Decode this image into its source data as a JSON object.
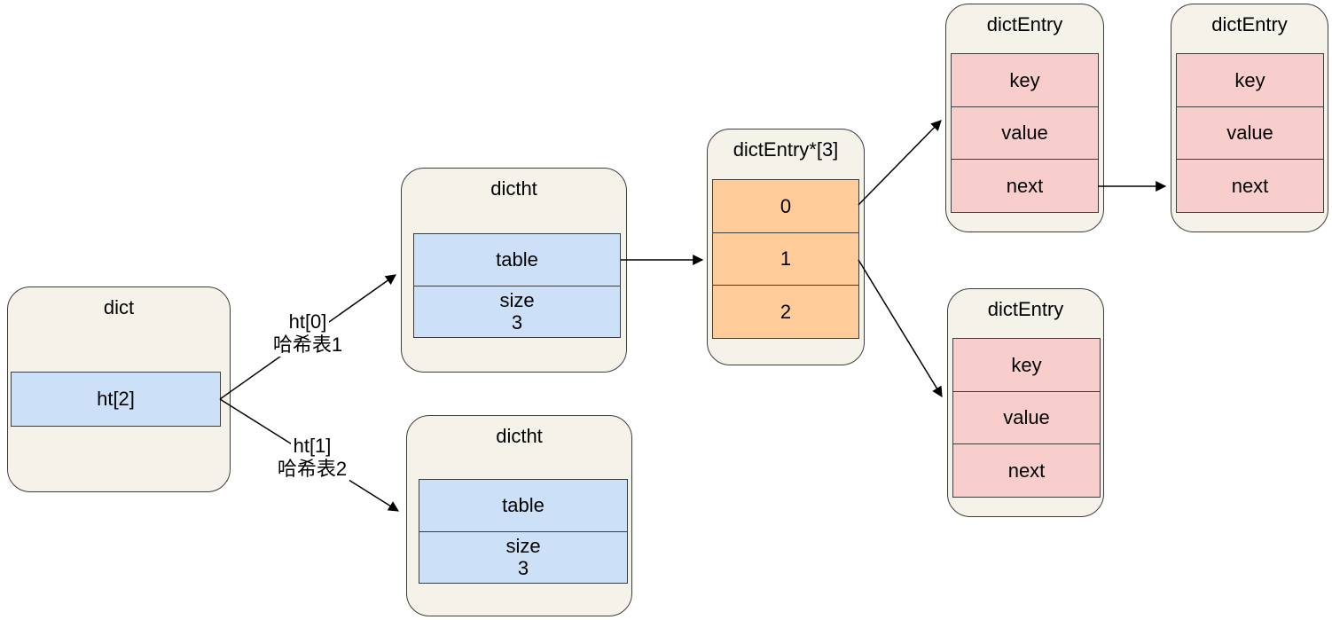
{
  "colors": {
    "canvas_bg": "#ffffff",
    "container_fill": "#F5F2EA",
    "container_border": "#3d3d3d",
    "blue_fill": "#CCE0F8",
    "orange_fill": "#FFCC99",
    "pink_fill": "#F8CECC",
    "arrow": "#000000",
    "text": "#000000"
  },
  "nodes": {
    "dict": {
      "title": "dict",
      "cell": "ht[2]"
    },
    "dictht1": {
      "title": "dictht",
      "table_cell": "table",
      "size_label": "size",
      "size_value": "3"
    },
    "dictht2": {
      "title": "dictht",
      "table_cell": "table",
      "size_label": "size",
      "size_value": "3"
    },
    "bucket_array": {
      "title": "dictEntry*[3]",
      "cells": [
        "0",
        "1",
        "2"
      ]
    },
    "entry1": {
      "title": "dictEntry",
      "key": "key",
      "value": "value",
      "next": "next"
    },
    "entry2": {
      "title": "dictEntry",
      "key": "key",
      "value": "value",
      "next": "next"
    },
    "entry3": {
      "title": "dictEntry",
      "key": "key",
      "value": "value",
      "next": "next"
    }
  },
  "edge_labels": {
    "ht0": {
      "line1": "ht[0]",
      "line2": "哈希表1"
    },
    "ht1": {
      "line1": "ht[1]",
      "line2": "哈希表2"
    }
  }
}
